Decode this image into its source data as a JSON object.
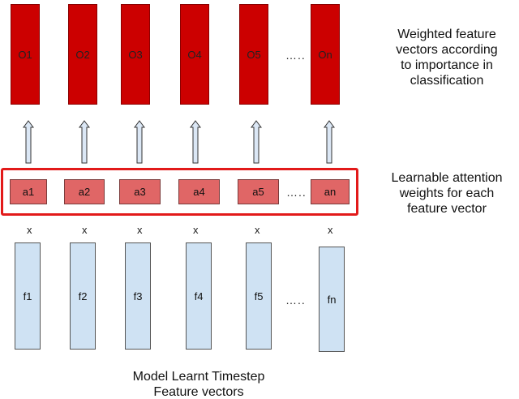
{
  "outputs": {
    "labels": [
      "O1",
      "O2",
      "O3",
      "O4",
      "O5",
      "On"
    ],
    "ellipsis": "….."
  },
  "attention": {
    "labels": [
      "a1",
      "a2",
      "a3",
      "a4",
      "a5",
      "an"
    ],
    "ellipsis": "….."
  },
  "features": {
    "labels": [
      "f1",
      "f2",
      "f3",
      "f4",
      "f5",
      "fn"
    ],
    "ellipsis": "….."
  },
  "multiply_symbol": "x",
  "captions": {
    "outputs": [
      "Weighted feature",
      "vectors according",
      "to importance in",
      "classification"
    ],
    "attention": [
      "Learnable attention",
      "weights for each",
      "feature vector"
    ],
    "features": [
      "Model Learnt Timestep",
      "Feature vectors"
    ]
  },
  "colors": {
    "output_fill": "#cc0000",
    "attention_fill": "#e06666",
    "attention_group_border": "#e21a1a",
    "feature_fill": "#cfe2f3",
    "arrow_fill": "#dbe7f5"
  }
}
